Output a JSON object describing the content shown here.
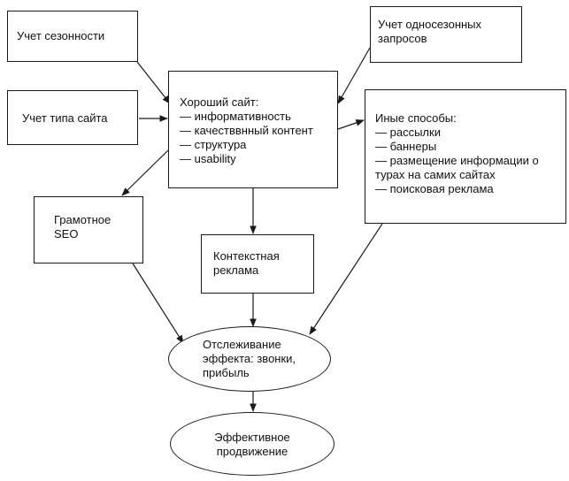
{
  "nodes": {
    "seasonality": "Учет сезонности",
    "one_season": "Учет односезонных запросов",
    "site_type": "Учет типа сайта",
    "good_site": {
      "title": "Хороший сайт:",
      "items": [
        "информативность",
        "качестввнный контент",
        "структура",
        "usability"
      ]
    },
    "other_methods": {
      "title": "Иные способы:",
      "items": [
        "рассылки",
        "баннеры",
        "размещение информации о турах на самих сайтах",
        "поисковая реклама"
      ]
    },
    "seo": "Грамотное SEO",
    "context_ads": "Контекстная реклама",
    "tracking": "Отслеживание эффекта: звонки, прибыль",
    "promotion": "Эффективное продвижение"
  }
}
